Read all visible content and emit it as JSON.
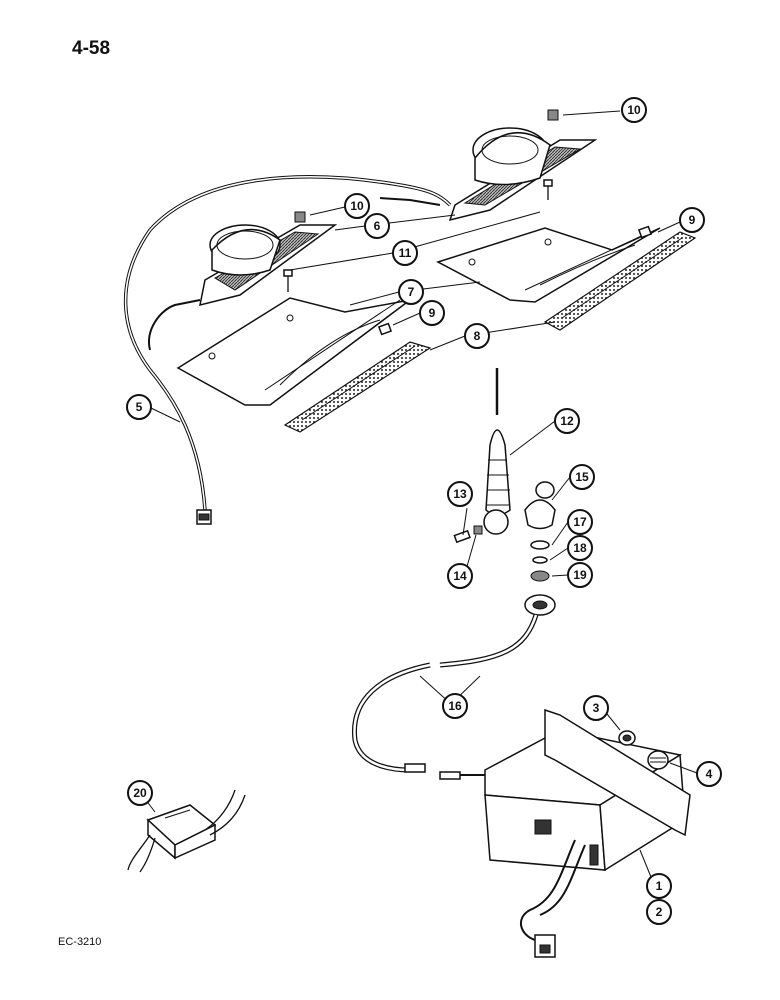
{
  "page": {
    "number": "4-58",
    "figure_code": "EC-3210"
  },
  "callouts": [
    {
      "id": "c1",
      "label": "1"
    },
    {
      "id": "c2",
      "label": "2"
    },
    {
      "id": "c3",
      "label": "3"
    },
    {
      "id": "c4",
      "label": "4"
    },
    {
      "id": "c5",
      "label": "5"
    },
    {
      "id": "c6",
      "label": "6"
    },
    {
      "id": "c7",
      "label": "7"
    },
    {
      "id": "c8",
      "label": "8"
    },
    {
      "id": "c9a",
      "label": "9"
    },
    {
      "id": "c9b",
      "label": "9"
    },
    {
      "id": "c10a",
      "label": "10"
    },
    {
      "id": "c10b",
      "label": "10"
    },
    {
      "id": "c11",
      "label": "11"
    },
    {
      "id": "c12",
      "label": "12"
    },
    {
      "id": "c13",
      "label": "13"
    },
    {
      "id": "c14",
      "label": "14"
    },
    {
      "id": "c15",
      "label": "15"
    },
    {
      "id": "c16",
      "label": "16"
    },
    {
      "id": "c17",
      "label": "17"
    },
    {
      "id": "c18",
      "label": "18"
    },
    {
      "id": "c19",
      "label": "19"
    },
    {
      "id": "c20",
      "label": "20"
    }
  ]
}
